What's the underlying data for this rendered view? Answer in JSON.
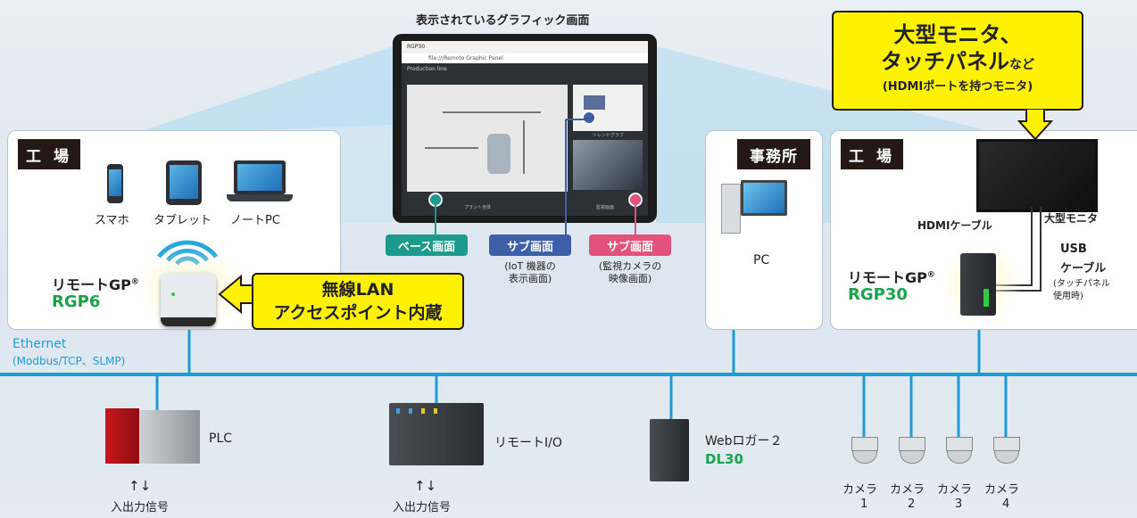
{
  "screen_caption": "表示されているグラフィック画面",
  "browser": {
    "address": "file:///Remote Graphic Panel",
    "tab": "RGP30",
    "page_title": "Production line",
    "mimic_label": "プラント全体",
    "trend_label": "トレンドグラフ",
    "camera_label": "監視画面"
  },
  "big_monitor_callout": {
    "line1": "大型モニタ、",
    "line2": "タッチパネル",
    "line2_suffix": "など",
    "line3": "(HDMIポートを持つモニタ)"
  },
  "factory_left": {
    "tag": "工 場",
    "devices": [
      "スマホ",
      "タブレット",
      "ノートPC"
    ],
    "product_name": "リモートGP",
    "product_mark": "®",
    "model": "RGP6"
  },
  "wireless_callout": {
    "line1": "無線LAN",
    "line2": "アクセスポイント内蔵"
  },
  "screen_types": [
    {
      "label": "ベース画面",
      "note": "",
      "color": "#1a9b8c"
    },
    {
      "label": "サブ画面",
      "note": "(IoT 機器の\n表示画面)",
      "color": "#3d5fa8"
    },
    {
      "label": "サブ画面",
      "note": "(監視カメラの\n映像画面)",
      "color": "#e4517d"
    }
  ],
  "office": {
    "tag": "事務所",
    "pc": "PC"
  },
  "factory_right": {
    "tag": "工 場",
    "hdmi": "HDMIケーブル",
    "monitor": "大型モニタ",
    "usb1": "USB",
    "usb2": "ケーブル",
    "usb_note": "(タッチパネル\n使用時)",
    "product_name": "リモートGP",
    "product_mark": "®",
    "model": "RGP30"
  },
  "ethernet": {
    "label": "Ethernet",
    "protocols": "(Modbus/TCP、SLMP)"
  },
  "bottom": {
    "plc": "PLC",
    "plc_io": "入出力信号",
    "remote_io": "リモートI/O",
    "remote_io_signal": "入出力信号",
    "logger": "Webロガー２",
    "logger_model": "DL30",
    "arrows": "↑↓",
    "cameras": [
      {
        "name": "カメラ",
        "num": "1"
      },
      {
        "name": "カメラ",
        "num": "2"
      },
      {
        "name": "カメラ",
        "num": "3"
      },
      {
        "name": "カメラ",
        "num": "4"
      }
    ]
  },
  "colors": {
    "network": "#1e9bd7",
    "accent_green": "#1aa34a",
    "callout_yellow": "#fff200",
    "tag_bg": "#231815"
  }
}
